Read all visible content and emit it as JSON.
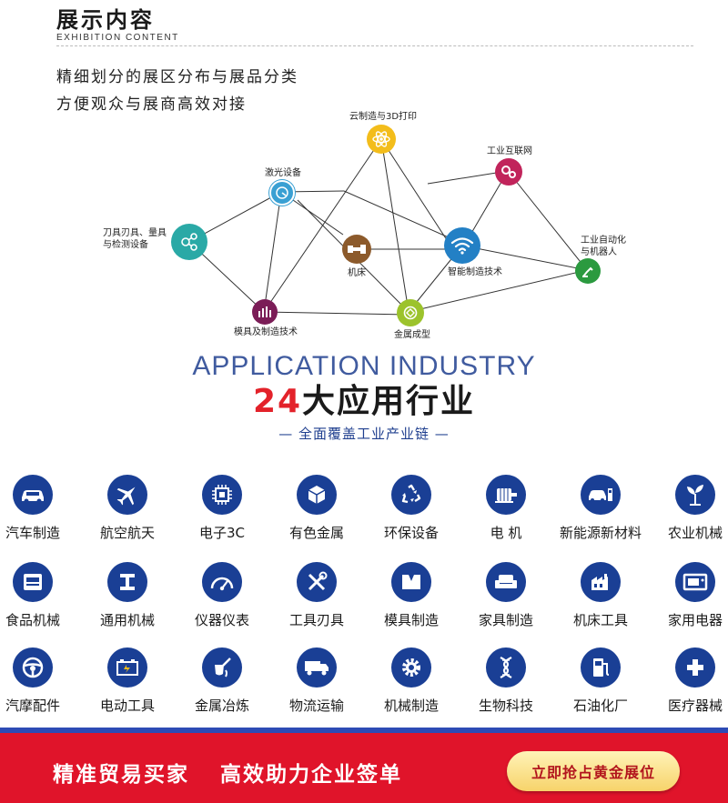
{
  "header": {
    "title": "展示内容",
    "subtitle": "EXHIBITION CONTENT",
    "intro_line1": "精细划分的展区分布与展品分类",
    "intro_line2": "方便观众与展商高效对接"
  },
  "network": {
    "nodes": [
      {
        "id": "cloud",
        "label": "云制造与3D打印",
        "color": "#f3bd1b",
        "icon": "atom-icon"
      },
      {
        "id": "iiot",
        "label": "工业互联网",
        "color": "#c1245b",
        "icon": "gears-icon"
      },
      {
        "id": "laser",
        "label": "激光设备",
        "color": "#3aa0d3",
        "icon": "laser-icon"
      },
      {
        "id": "tools",
        "label_line1": "刀具刃具、量具",
        "label_line2": "与检测设备",
        "color": "#2aa9a6",
        "icon": "molecule-icon"
      },
      {
        "id": "machine",
        "label": "机床",
        "color": "#8c5a2b",
        "icon": "machine-icon"
      },
      {
        "id": "smart",
        "label": "智能制造技术",
        "color": "#2380c5",
        "icon": "wifi-icon"
      },
      {
        "id": "auto",
        "label_line1": "工业自动化",
        "label_line2": "与机器人",
        "color": "#2b9a3f",
        "icon": "robot-arm-icon"
      },
      {
        "id": "mold",
        "label": "模具及制造技术",
        "color": "#7b1d57",
        "icon": "mold-icon"
      },
      {
        "id": "metal",
        "label": "金属成型",
        "color": "#9cc32c",
        "icon": "forming-icon"
      }
    ]
  },
  "app": {
    "en": "APPLICATION INDUSTRY",
    "num": "24",
    "cn": "大应用行业",
    "tagline": "— 全面覆盖工业产业链 —"
  },
  "industries": [
    {
      "label": "汽车制造",
      "icon": "car-icon"
    },
    {
      "label": "航空航天",
      "icon": "plane-icon"
    },
    {
      "label": "电子3C",
      "icon": "chip-icon"
    },
    {
      "label": "有色金属",
      "icon": "cube-icon"
    },
    {
      "label": "环保设备",
      "icon": "recycle-icon"
    },
    {
      "label": "电 机",
      "icon": "motor-icon"
    },
    {
      "label": "新能源新材料",
      "icon": "ev-charging-icon"
    },
    {
      "label": "农业机械",
      "icon": "sprout-icon"
    },
    {
      "label": "食品机械",
      "icon": "food-machine-icon"
    },
    {
      "label": "通用机械",
      "icon": "i-beam-icon"
    },
    {
      "label": "仪器仪表",
      "icon": "gauge-icon"
    },
    {
      "label": "工具刃具",
      "icon": "wrench-screwdriver-icon"
    },
    {
      "label": "模具制造",
      "icon": "mold-icon"
    },
    {
      "label": "家具制造",
      "icon": "sofa-icon"
    },
    {
      "label": "机床工具",
      "icon": "factory-icon"
    },
    {
      "label": "家用电器",
      "icon": "tv-icon"
    },
    {
      "label": "汽摩配件",
      "icon": "steering-wheel-icon"
    },
    {
      "label": "电动工具",
      "icon": "battery-icon"
    },
    {
      "label": "金属冶炼",
      "icon": "ladle-icon"
    },
    {
      "label": "物流运输",
      "icon": "truck-icon"
    },
    {
      "label": "机械制造",
      "icon": "gear-icon"
    },
    {
      "label": "生物科技",
      "icon": "dna-icon"
    },
    {
      "label": "石油化厂",
      "icon": "fuel-pump-icon"
    },
    {
      "label": "医疗器械",
      "icon": "medical-cross-icon"
    }
  ],
  "footer": {
    "slogan1": "精准贸易买家",
    "slogan2": "高效助力企业签单",
    "button": "立即抢占黄金展位"
  },
  "colors": {
    "icon_blue": "#1a3f95",
    "footer_red": "#e0142a",
    "accent_red": "#e3222a"
  }
}
